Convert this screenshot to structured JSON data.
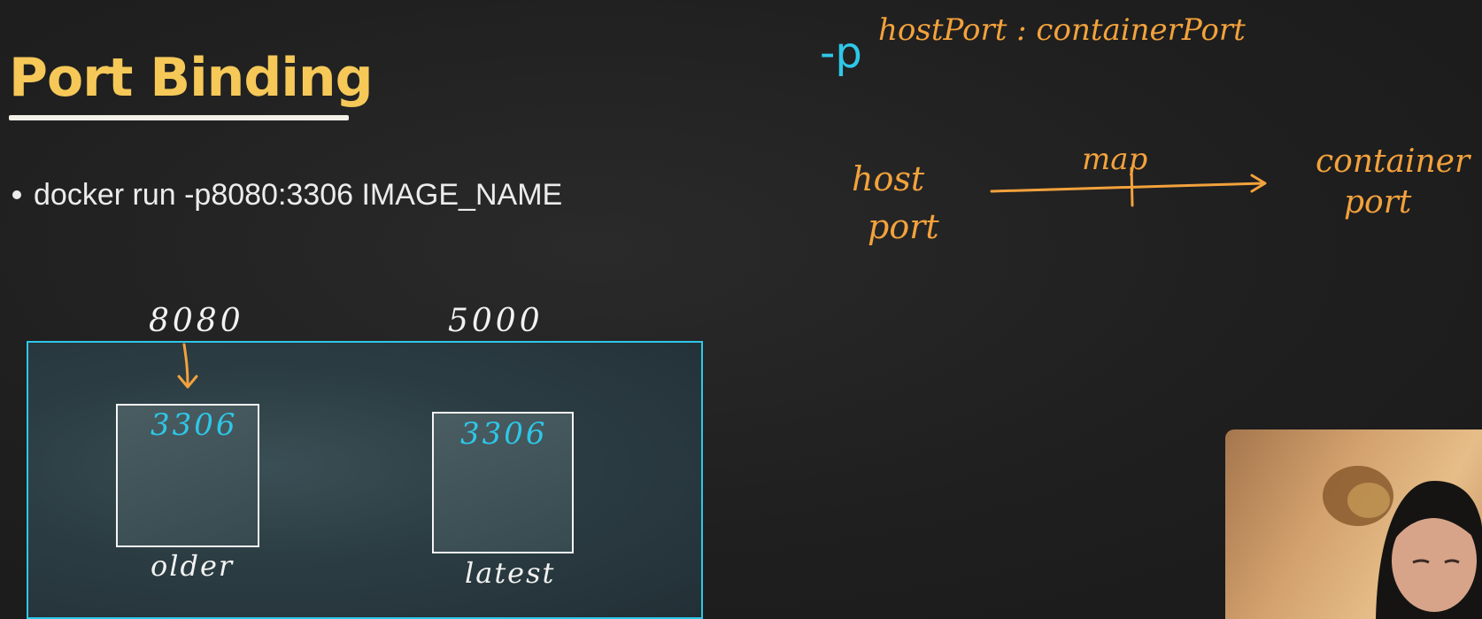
{
  "slide": {
    "title": "Port Binding",
    "bullets": [
      "docker run -p8080:3306 IMAGE_NAME"
    ]
  },
  "diagram": {
    "host_ports": [
      "8080",
      "5000"
    ],
    "containers": [
      {
        "port": "3306",
        "label": "older"
      },
      {
        "port": "3306",
        "label": "latest"
      }
    ]
  },
  "notes": {
    "flag": "-p",
    "syntax": "hostPort : containerPort",
    "from_label_line1": "host",
    "from_label_line2": "port",
    "arrow_label": "map",
    "to_label_line1": "container",
    "to_label_line2": "port"
  },
  "colors": {
    "title": "#f5c858",
    "ink_white": "#f2f2f2",
    "ink_cyan": "#2ec7e8",
    "ink_orange": "#f3a23c",
    "background": "#1f1f1f"
  }
}
